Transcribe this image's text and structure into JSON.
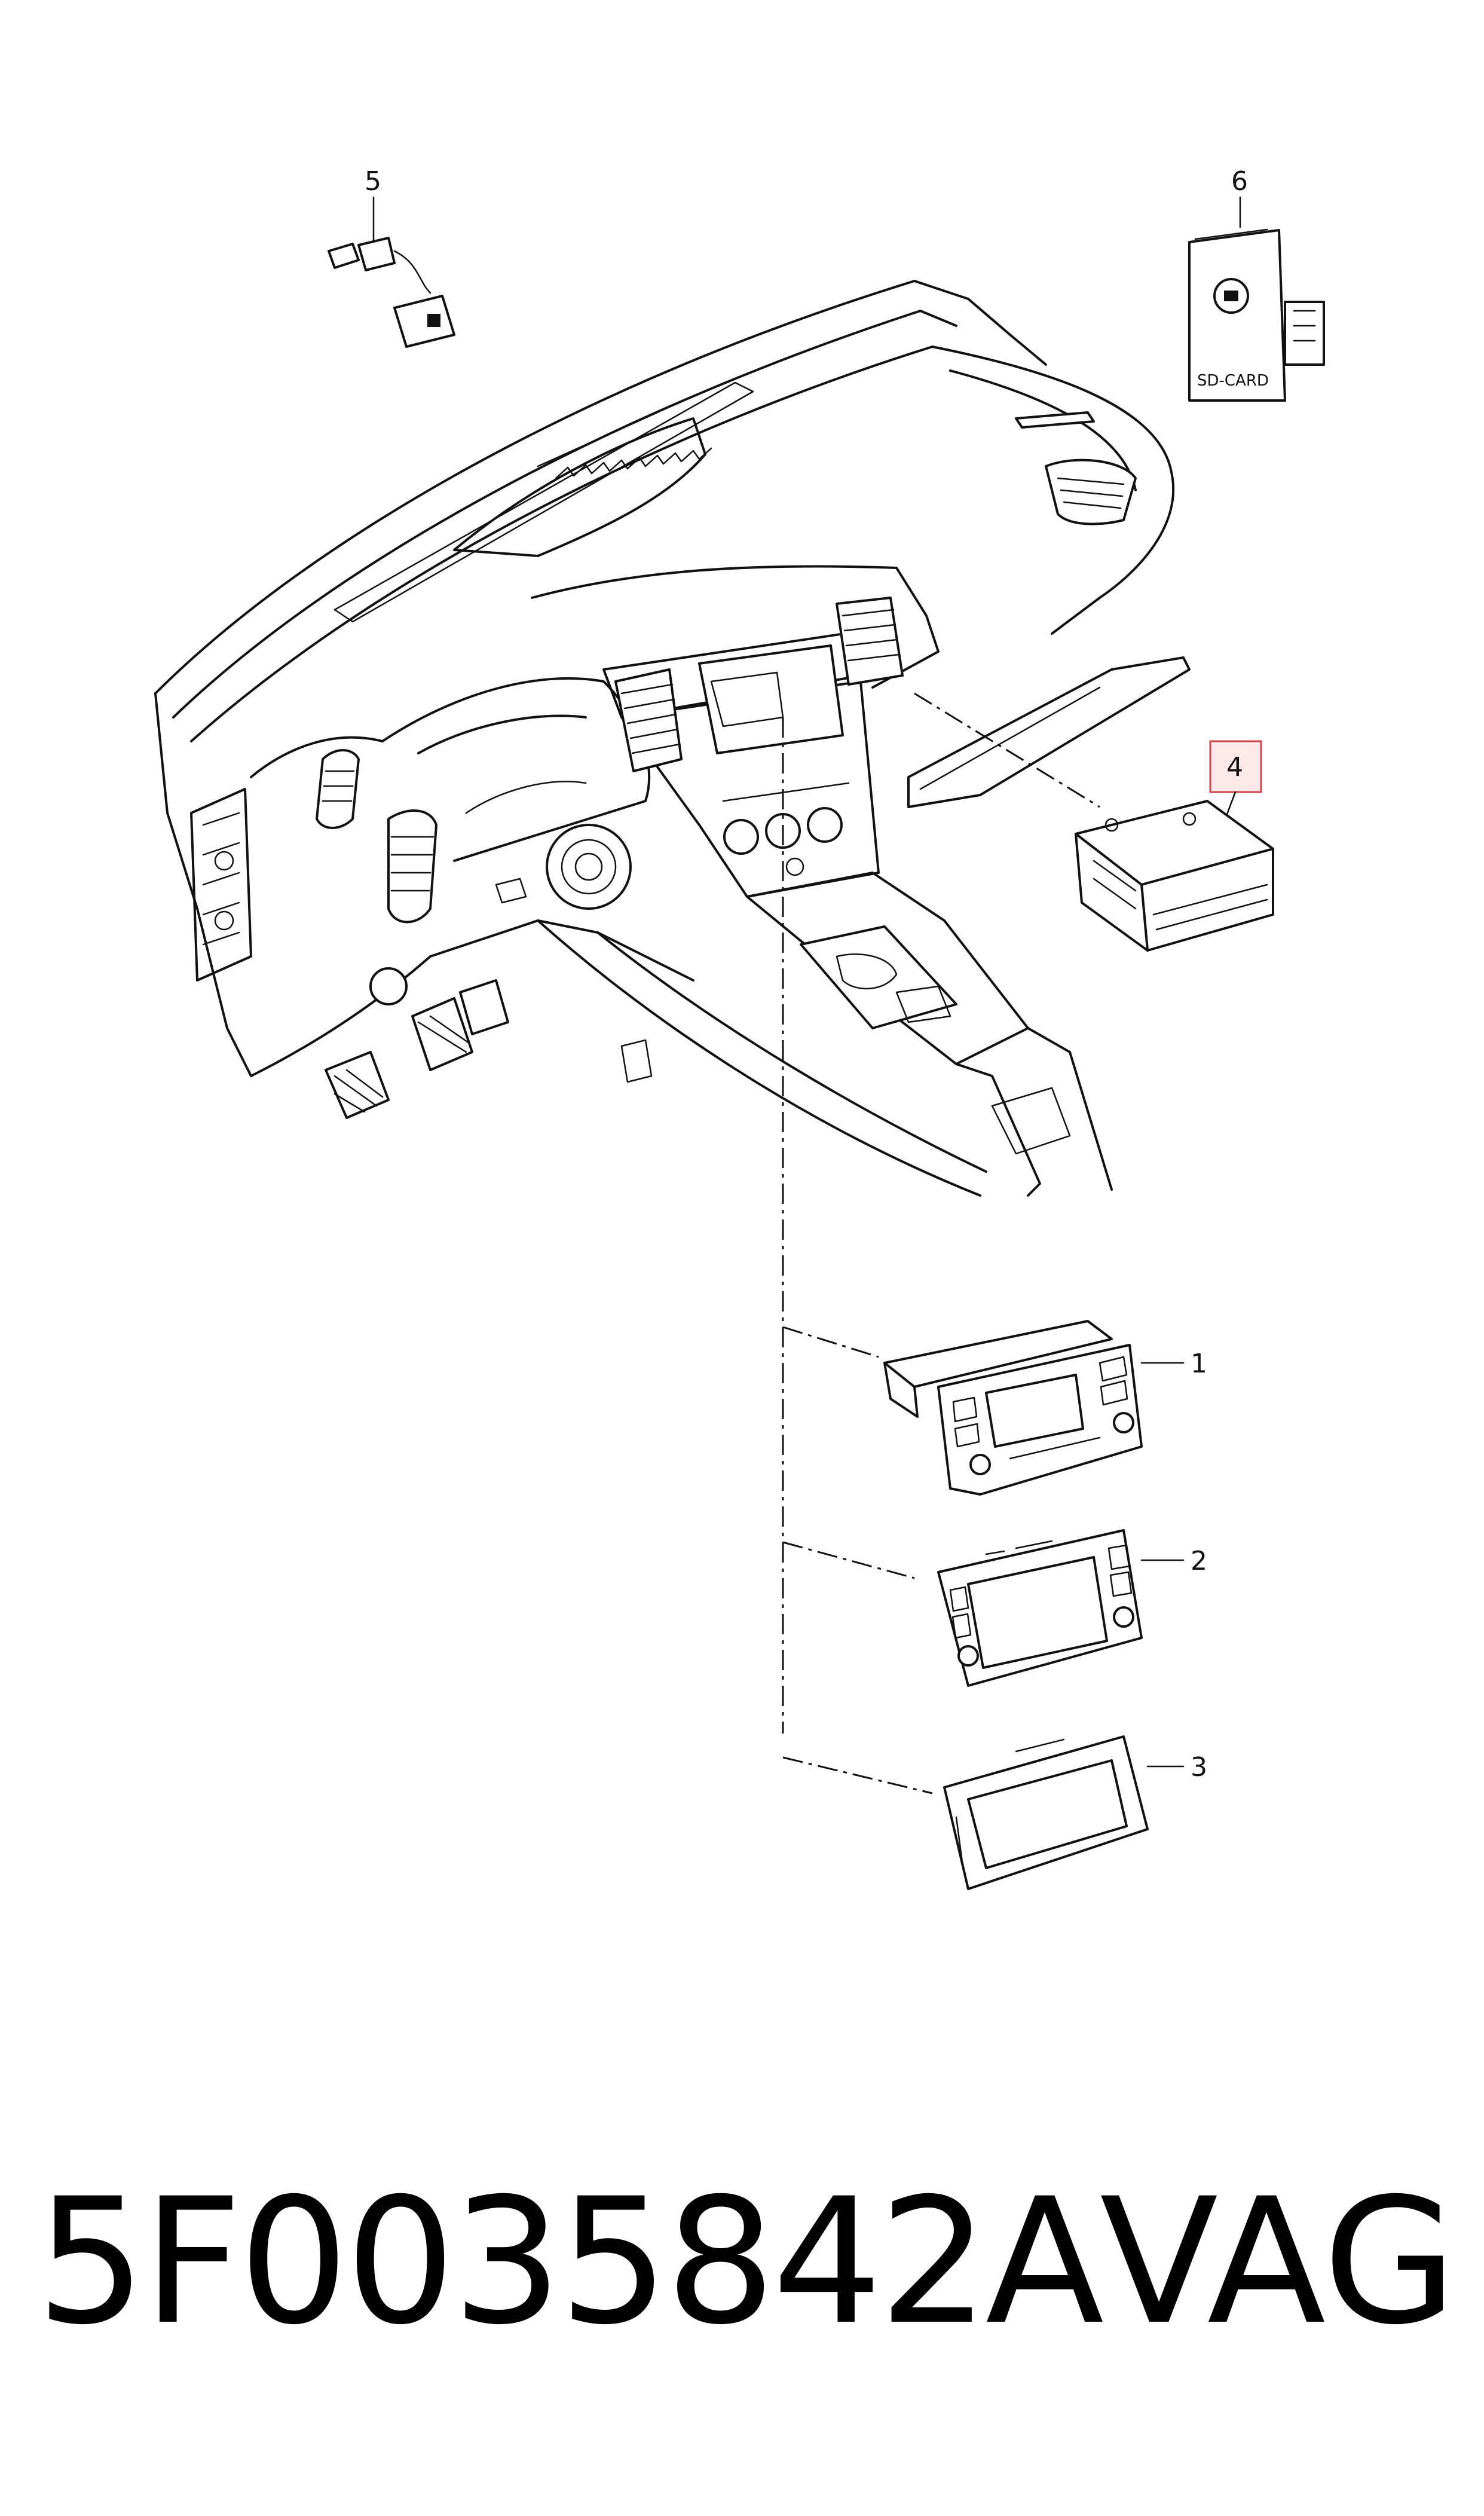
{
  "diagram": {
    "callouts": [
      {
        "id": "1",
        "label": "1"
      },
      {
        "id": "2",
        "label": "2"
      },
      {
        "id": "3",
        "label": "3"
      },
      {
        "id": "4",
        "label": "4",
        "highlighted": true
      },
      {
        "id": "5",
        "label": "5"
      },
      {
        "id": "6",
        "label": "6"
      }
    ],
    "sd_card_label": "SD-CARD",
    "highlight_color": "#d1424f"
  },
  "footer": {
    "part_number": "5F0035842A",
    "brand": "VAG"
  }
}
